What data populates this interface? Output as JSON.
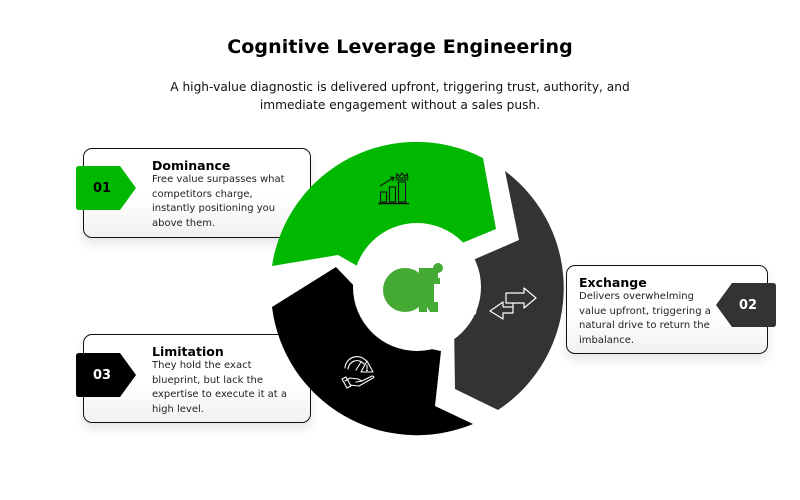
{
  "header": {
    "title": "Cognitive Leverage Engineering",
    "subtitle": "A high-value diagnostic is delivered upfront, triggering trust, authority, and immediate engagement without a sales push."
  },
  "steps": [
    {
      "number": "01",
      "title": "Dominance",
      "description": "Free value surpasses what competitors charge, instantly positioning you above them.",
      "color": "#00B800",
      "icon": "growth-chart-crown-icon"
    },
    {
      "number": "02",
      "title": "Exchange",
      "description": "Delivers overwhelming value upfront, triggering a natural drive to return the imbalance.",
      "color": "#333333",
      "icon": "exchange-arrows-icon"
    },
    {
      "number": "03",
      "title": "Limitation",
      "description": "They hold the exact blueprint, but lack the expertise to execute it at a high level.",
      "color": "#000000",
      "icon": "gauge-warning-hand-icon"
    }
  ],
  "center_logo": {
    "text": "at",
    "color": "#44AA33"
  }
}
